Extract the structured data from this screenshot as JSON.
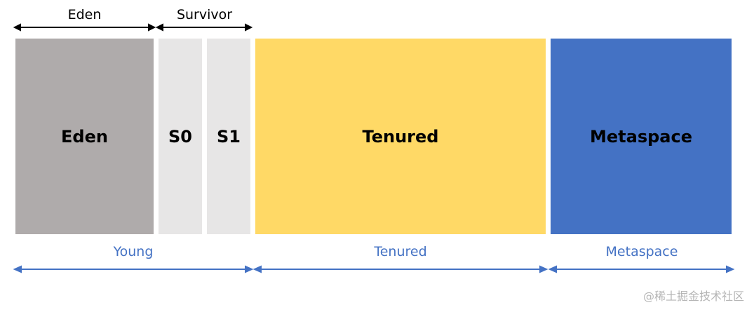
{
  "top_labels": {
    "eden": "Eden",
    "survivor": "Survivor"
  },
  "blocks": {
    "eden": "Eden",
    "s0": "S0",
    "s1": "S1",
    "tenured": "Tenured",
    "metaspace": "Metaspace"
  },
  "bottom_labels": {
    "young": "Young",
    "tenured": "Tenured",
    "metaspace": "Metaspace"
  },
  "watermark": "@稀土掘金技术社区",
  "colors": {
    "eden": "#AFABAB",
    "survivor": "#E7E6E6",
    "tenured": "#FFD966",
    "metaspace": "#4472C4",
    "label_blue": "#4472C4",
    "black": "#000000"
  }
}
